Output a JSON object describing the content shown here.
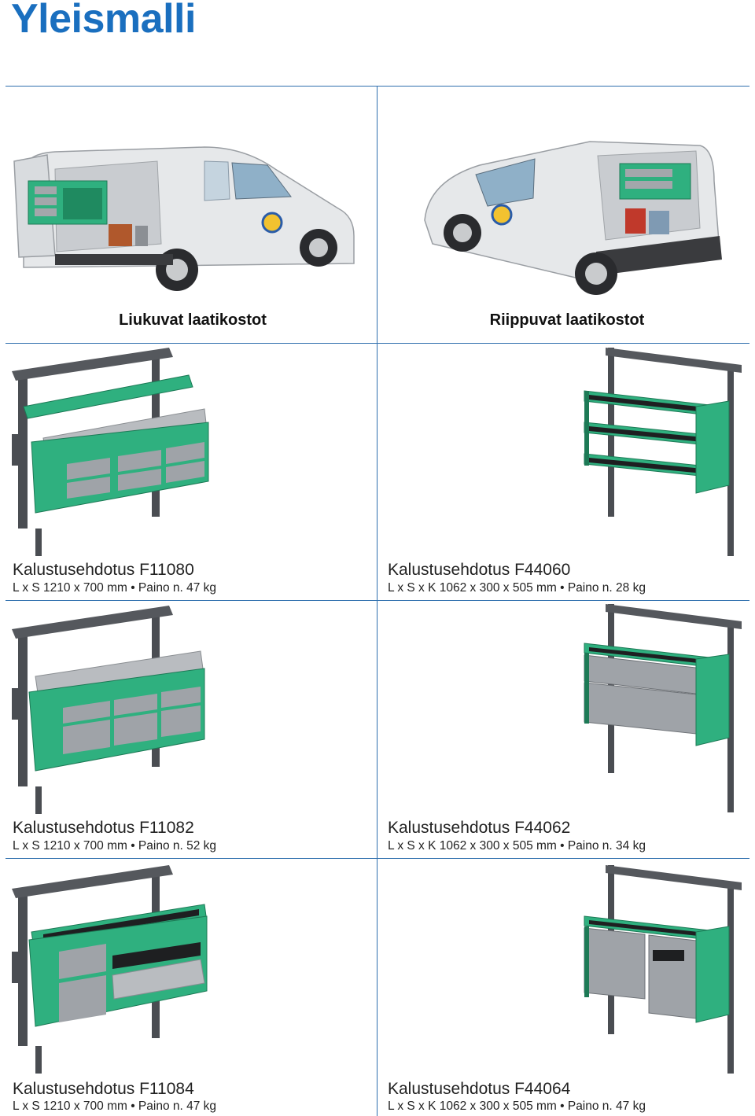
{
  "page": {
    "title": "Yleismalli",
    "colors": {
      "title": "#1a6fbf",
      "rule": "#2f6fae",
      "green": "#2fb07f",
      "frame": "#4a4d52",
      "drawer": "#9fa3a8"
    }
  },
  "sections": [
    {
      "label": "Liukuvat laatikostot"
    },
    {
      "label": "Riippuvat laatikostot"
    }
  ],
  "products": [
    {
      "name": "Kalustusehdotus F11080",
      "spec": "L x S 1210 x 700 mm • Paino n. 47 kg"
    },
    {
      "name": "Kalustusehdotus F44060",
      "spec": "L x S x K 1062 x 300 x 505 mm • Paino n. 28 kg"
    },
    {
      "name": "Kalustusehdotus F11082",
      "spec": "L x S 1210 x 700 mm • Paino n. 52 kg"
    },
    {
      "name": "Kalustusehdotus F44062",
      "spec": "L x S x K 1062 x 300 x 505 mm • Paino n. 34 kg"
    },
    {
      "name": "Kalustusehdotus F11084",
      "spec": "L x S 1210 x 700 mm • Paino n. 47 kg"
    },
    {
      "name": "Kalustusehdotus F44064",
      "spec": "L x S x K 1062 x 300 x 505 mm • Paino n. 47 kg"
    }
  ]
}
